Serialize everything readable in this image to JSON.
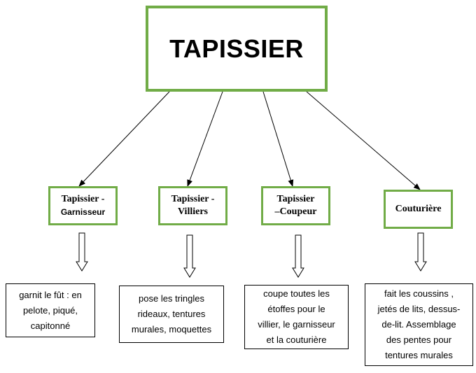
{
  "title": "TAPISSIER",
  "roles": [
    {
      "name_line1": "Tapissier -",
      "name_line2": "Garnisseur",
      "description": [
        "garnit le fût : en",
        "pelote, piqué,",
        "capitonné"
      ]
    },
    {
      "name_line1": "Tapissier -",
      "name_line2": "Villiers",
      "description": [
        "pose les tringles",
        "rideaux, tentures",
        "murales, moquettes"
      ]
    },
    {
      "name_line1": "Tapissier",
      "name_line2": "–Coupeur",
      "description": [
        "coupe toutes les",
        "étoffes pour le",
        "villier, le garnisseur",
        "et la couturière"
      ]
    },
    {
      "name_line1": "Couturière",
      "name_line2": "",
      "description": [
        "fait les coussins ,",
        "jetés de lits, dessus-",
        "de-lit.  Assemblage",
        "des pentes pour",
        "tentures murales"
      ]
    }
  ],
  "colors": {
    "box_border": "#71ac47",
    "desc_border": "#000000",
    "connector": "#000000"
  }
}
